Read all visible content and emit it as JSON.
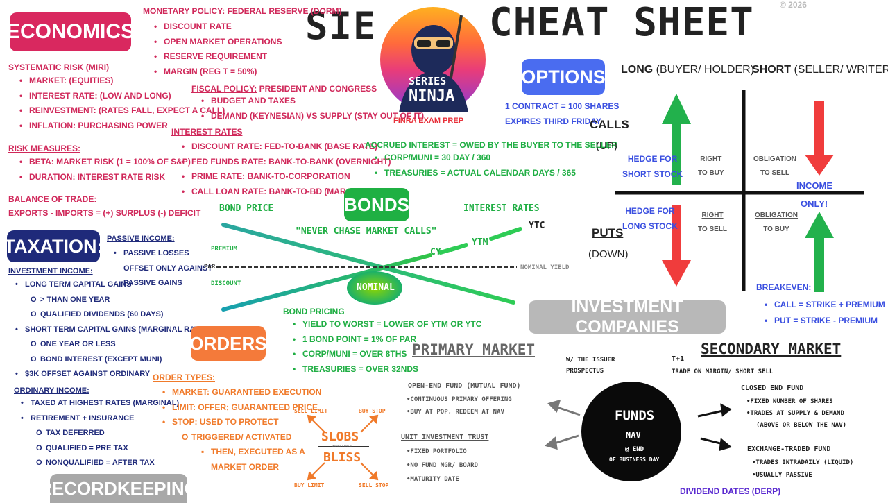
{
  "title": {
    "left": "SIE",
    "right": "CHEAT SHEET",
    "copyright": "© 2026"
  },
  "logo": {
    "line1": "SERIES",
    "line2": "NINJA",
    "tagline": "FINRA EXAM PREP"
  },
  "economics": {
    "header": "ECONOMICS",
    "monetary_title": "MONETARY POLICY:",
    "monetary_rest": " FEDERAL RESERVE (DORM)",
    "monetary_items": [
      "DISCOUNT RATE",
      "OPEN MARKET OPERATIONS",
      "RESERVE REQUIREMENT",
      "MARGIN (REG T = 50%)"
    ],
    "systematic_title": "SYSTEMATIC RISK (MIRI)",
    "systematic_items": [
      "MARKET: (EQUITIES)",
      "INTEREST RATE:  (LOW AND LONG)",
      "REINVESTMENT: (RATES FALL, EXPECT A CALL)",
      "INFLATION: PURCHASING POWER"
    ],
    "fiscal_title": "FISCAL POLICY:",
    "fiscal_rest": " PRESIDENT AND CONGRESS",
    "fiscal_items": [
      "BUDGET AND TAXES",
      "DEMAND (KEYNESIAN) VS SUPPLY (STAY OUT OF IT)"
    ],
    "interest_title": "INTEREST RATES",
    "interest_items": [
      "DISCOUNT RATE: FED-TO-BANK (BASE RATE)",
      "FED FUNDS RATE: BANK-TO-BANK (OVERNIGHT)",
      "PRIME RATE: BANK-TO-CORPORATION",
      "CALL LOAN RATE: BANK-TO-BD (MARGIN)"
    ],
    "risk_title": "RISK MEASURES:",
    "risk_items": [
      "BETA: MARKET RISK (1 = 100% OF S&P)",
      "DURATION: INTEREST RATE RISK"
    ],
    "balance_title": "BALANCE OF TRADE:",
    "balance_text": "EXPORTS - IMPORTS =  (+) SURPLUS (-) DEFICIT"
  },
  "taxation": {
    "header": "TAXATION:",
    "passive_title": "PASSIVE INCOME:",
    "passive_lines": [
      "PASSIVE LOSSES",
      "OFFSET ONLY AGAINST",
      "PASSIVE GAINS"
    ],
    "investment_title": "INVESTMENT INCOME:",
    "lt": "LONG TERM CAPITAL GAINS",
    "lt_sub": [
      "> THAN ONE YEAR",
      "QUALIFIED DIVIDENDS (60 DAYS)"
    ],
    "st": "SHORT TERM CAPITAL GAINS (MARGINAL RATES)",
    "st_sub": [
      "ONE YEAR OR LESS",
      "BOND INTEREST (EXCEPT MUNI)"
    ],
    "offset": "$3K OFFSET AGAINST ORDINARY",
    "ordinary_title": "ORDINARY INCOME:",
    "ord1": "TAXED AT HIGHEST RATES (MARGINAL)",
    "ord2": "RETIREMENT + INSURANCE",
    "ord2_sub": [
      "TAX DEFERRED",
      "QUALIFIED = PRE TAX",
      "NONQUALIFIED = AFTER TAX"
    ]
  },
  "recordkeeping": {
    "header": "RECORDKEEPING"
  },
  "bonds": {
    "header": "BONDS",
    "accrued": "ACCRUED INTEREST = OWED BY THE BUYER TO THE SELLER",
    "accrued_items": [
      "CORP/MUNI = 30 DAY / 360",
      "TREASURIES = ACTUAL CALENDAR DAYS / 365"
    ],
    "bond_price": "BOND PRICE",
    "interest_rates": "INTEREST RATES",
    "mnemonic": "\"NEVER CHASE MARKET CALLS\"",
    "premium": "PREMIUM",
    "par": "PAR",
    "discount": "DISCOUNT",
    "nominal_yield": "NOMINAL YIELD",
    "nominal": "NOMINAL",
    "cy": "CY",
    "ytm": "YTM",
    "ytc": "YTC",
    "pricing_title": "BOND PRICING",
    "pricing_items": [
      "YIELD TO WORST = LOWER OF YTM OR YTC",
      "1 BOND POINT = 1% OF PAR",
      "CORP/MUNI = OVER 8THS",
      "TREASURIES = OVER 32NDS"
    ]
  },
  "orders": {
    "header": "ORDERS",
    "types_title": "ORDER TYPES:",
    "market": "MARKET: GUARANTEED EXECUTION",
    "limit": "LIMIT: OFFER; GUARANTEED PRICE",
    "stop": "STOP: USED TO PROTECT",
    "triggered": "TRIGGERED/ ACTIVATED",
    "then1": "THEN, EXECUTED AS A",
    "then2": "MARKET ORDER",
    "slobs": "SLOBS",
    "bliss": "BLISS",
    "market_price": "MARKET PRICE",
    "sell_limit": "SELL LIMIT",
    "buy_stop": "BUY STOP",
    "buy_limit": "BUY LIMIT",
    "sell_stop": "SELL STOP"
  },
  "options": {
    "header": "OPTIONS",
    "contract": "1 CONTRACT = 100 SHARES",
    "expires": "EXPIRES THIRD FRIDAY",
    "long_u": "LONG",
    "long_rest": " (BUYER/ HOLDER)",
    "short_u": "SHORT",
    "short_rest": " (SELLER/ WRITER)",
    "calls": "CALLS",
    "up": "(UP)",
    "puts": "PUTS",
    "down": "(DOWN)",
    "hedge_short": [
      "HEDGE FOR",
      "SHORT STOCK"
    ],
    "hedge_long": [
      "HEDGE FOR",
      "LONG STOCK"
    ],
    "right": "RIGHT",
    "to_buy": "TO BUY",
    "to_sell": "TO SELL",
    "obligation": "OBLIGATION",
    "income": "INCOME",
    "only": "ONLY!",
    "breakeven_title": "BREAKEVEN:",
    "breakeven_items": [
      "CALL = STRIKE + PREMIUM",
      "PUT = STRIKE - PREMIUM"
    ]
  },
  "investment_companies": {
    "header": "INVESTMENT COMPANIES",
    "primary": "PRIMARY MARKET",
    "secondary": "SECONDARY MARKET",
    "issuer": [
      "W/ THE ISSUER",
      "PROSPECTUS"
    ],
    "t1": "T+1",
    "trade_margin": "TRADE ON MARGIN/ SHORT SELL",
    "openend_title": "OPEN-END FUND (MUTUAL FUND)",
    "openend_items": [
      "CONTINUOUS PRIMARY OFFERING",
      "BUY AT POP, REDEEM AT NAV"
    ],
    "uit_title": "UNIT INVESTMENT TRUST",
    "uit_items": [
      "FIXED PORTFOLIO",
      "NO FUND MGR/ BOARD",
      "MATURITY DATE"
    ],
    "funds": "FUNDS",
    "nav": "NAV",
    "at_end": "@ END",
    "of_business": "OF BUSINESS DAY",
    "closed_title": "CLOSED END FUND",
    "closed_items": [
      "FIXED NUMBER OF SHARES",
      "TRADES AT SUPPLY & DEMAND",
      "(ABOVE OR BELOW THE NAV)"
    ],
    "etf_title": "EXCHANGE-TRADED FUND",
    "etf_items": [
      "TRADES INTRADAILY (LIQUID)",
      "USUALLY PASSIVE"
    ],
    "dividend": "DIVIDEND DATES (DERP)"
  },
  "colors": {
    "pink": "#d0285a",
    "blue": "#3a4fe0",
    "green": "#1fae43",
    "orange": "#f07a2a",
    "navy": "#1f2a7a",
    "red": "#f03c3c",
    "gray": "#b8b8b8"
  }
}
